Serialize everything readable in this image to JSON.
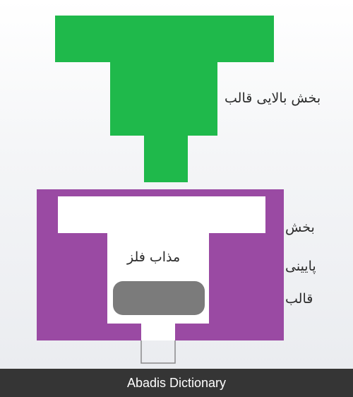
{
  "colors": {
    "upper_mold": "#1fb94b",
    "lower_mold": "#9a4aa3",
    "cavity": "#ffffff",
    "metal": "#7b7b7b",
    "outline": "#8a8a8a",
    "footer_bg": "#353535"
  },
  "labels": {
    "upper_mold": "بخش بالایی قالب",
    "lower_mold_line1": "بخش",
    "lower_mold_line2": "پایینی",
    "lower_mold_line3": "قالب",
    "molten_metal": "مذاب فلز"
  },
  "footer": {
    "text": "Abadis Dictionary"
  }
}
